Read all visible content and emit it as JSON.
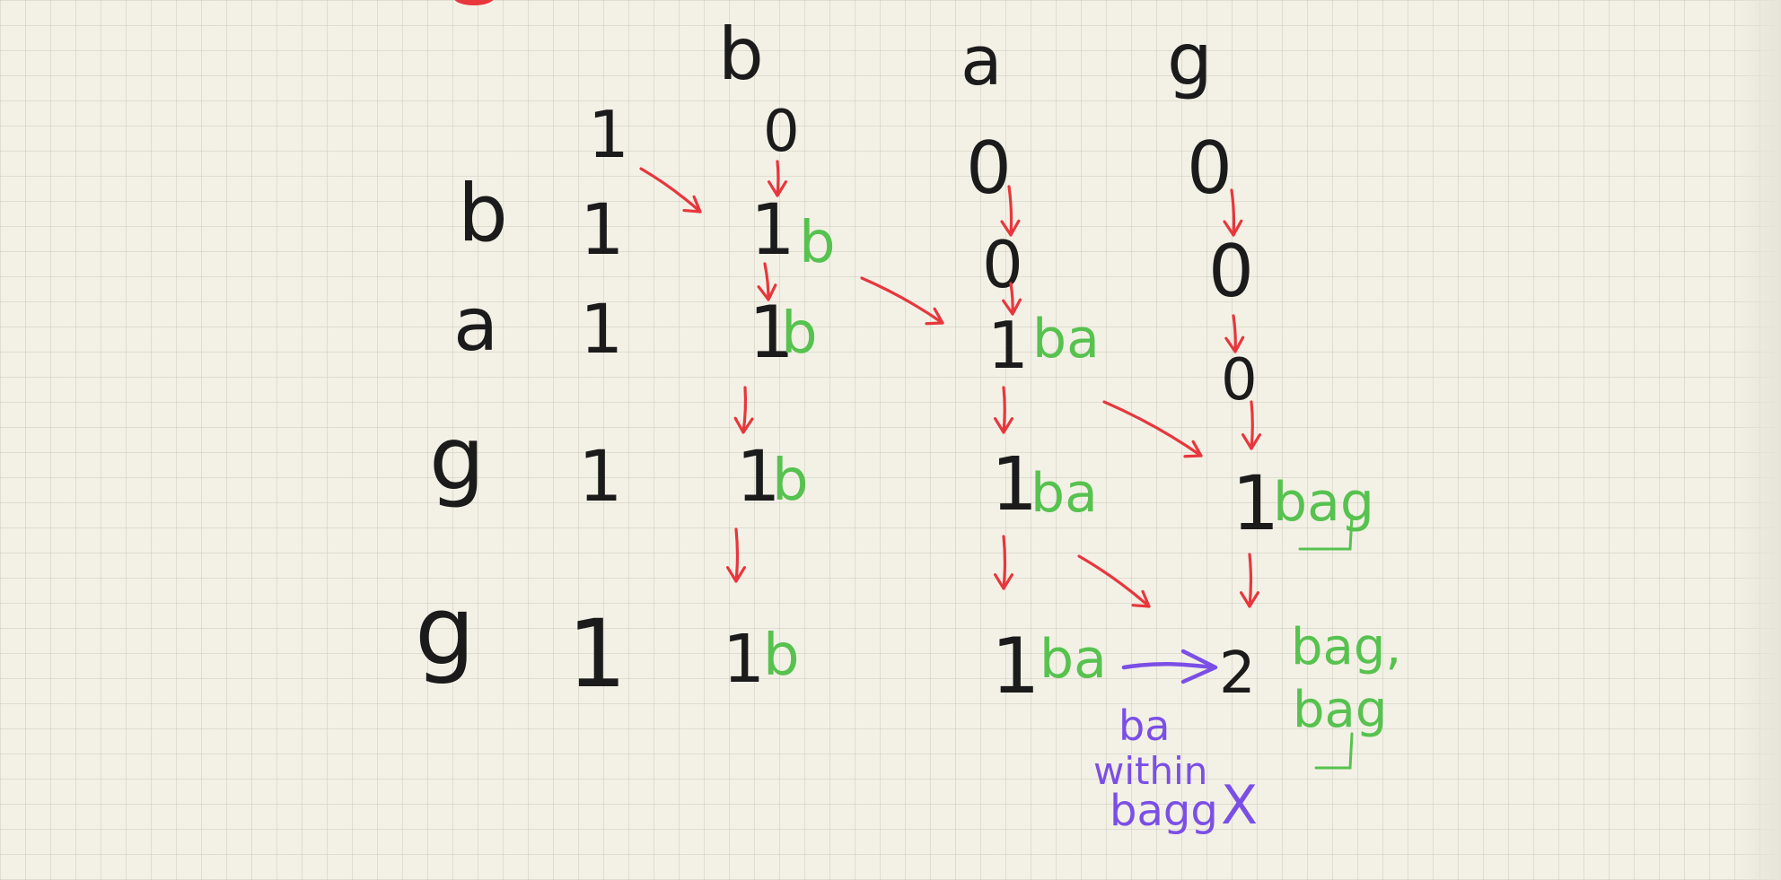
{
  "column_headers": [
    "b",
    "a",
    "g"
  ],
  "row_headers": [
    "b",
    "a",
    "g",
    "g"
  ],
  "base_row": "1",
  "base_column": [
    "1",
    "1",
    "1",
    "1"
  ],
  "first_row": [
    "0",
    "0",
    "0"
  ],
  "matrix": [
    [
      "1",
      "0",
      "0"
    ],
    [
      "1",
      "1",
      "0"
    ],
    [
      "1",
      "1",
      "1"
    ],
    [
      "1",
      "1",
      "2"
    ]
  ],
  "subsequence_labels": [
    [
      "b",
      "",
      ""
    ],
    [
      "b",
      "ba",
      ""
    ],
    [
      "b",
      "ba",
      "bag"
    ],
    [
      "b",
      "ba",
      "bag,"
    ]
  ],
  "extra_label": "bag",
  "note_lines": [
    "ba",
    "within",
    "bagg"
  ],
  "note_mark": "X",
  "colors": {
    "black": "#1b1b1b",
    "red": "#e8363d",
    "green": "#57c24f",
    "purple": "#7b4fe6",
    "paper": "#f3f1e6"
  }
}
